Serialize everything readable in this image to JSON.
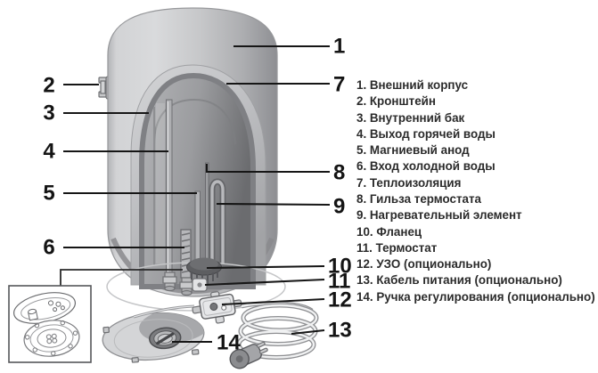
{
  "legend": {
    "items": [
      "1. Внешний корпус",
      "2. Кронштейн",
      "3. Внутренний бак",
      "4. Выход горячей воды",
      "5. Магниевый анод",
      "6. Вход холодной воды",
      "7. Теплоизоляция",
      "8. Гильза термостата",
      "9. Нагревательный элемент",
      "10. Фланец",
      "11. Термостат",
      "12. УЗО (опционально)",
      "13. Кабель питания (опционально)",
      "14. Ручка регулирования (опционально)"
    ]
  },
  "callouts": [
    "1",
    "2",
    "3",
    "4",
    "5",
    "6",
    "7",
    "8",
    "9",
    "10",
    "11",
    "12",
    "13",
    "14"
  ],
  "colors": {
    "background": "#ffffff",
    "leader_line": "#161616",
    "callout_text": "#141414",
    "legend_text": "#2b2b2b",
    "shell_light": "#d7d8da",
    "shell_mid": "#c3c4c6",
    "shell_dark": "#949598",
    "insulation_band": "#aeafb2",
    "inner_ring": "#808185",
    "tank_dark": "#6d6e71",
    "flange_dark": "#5d5e61",
    "detail_outline": "#6f7073"
  }
}
